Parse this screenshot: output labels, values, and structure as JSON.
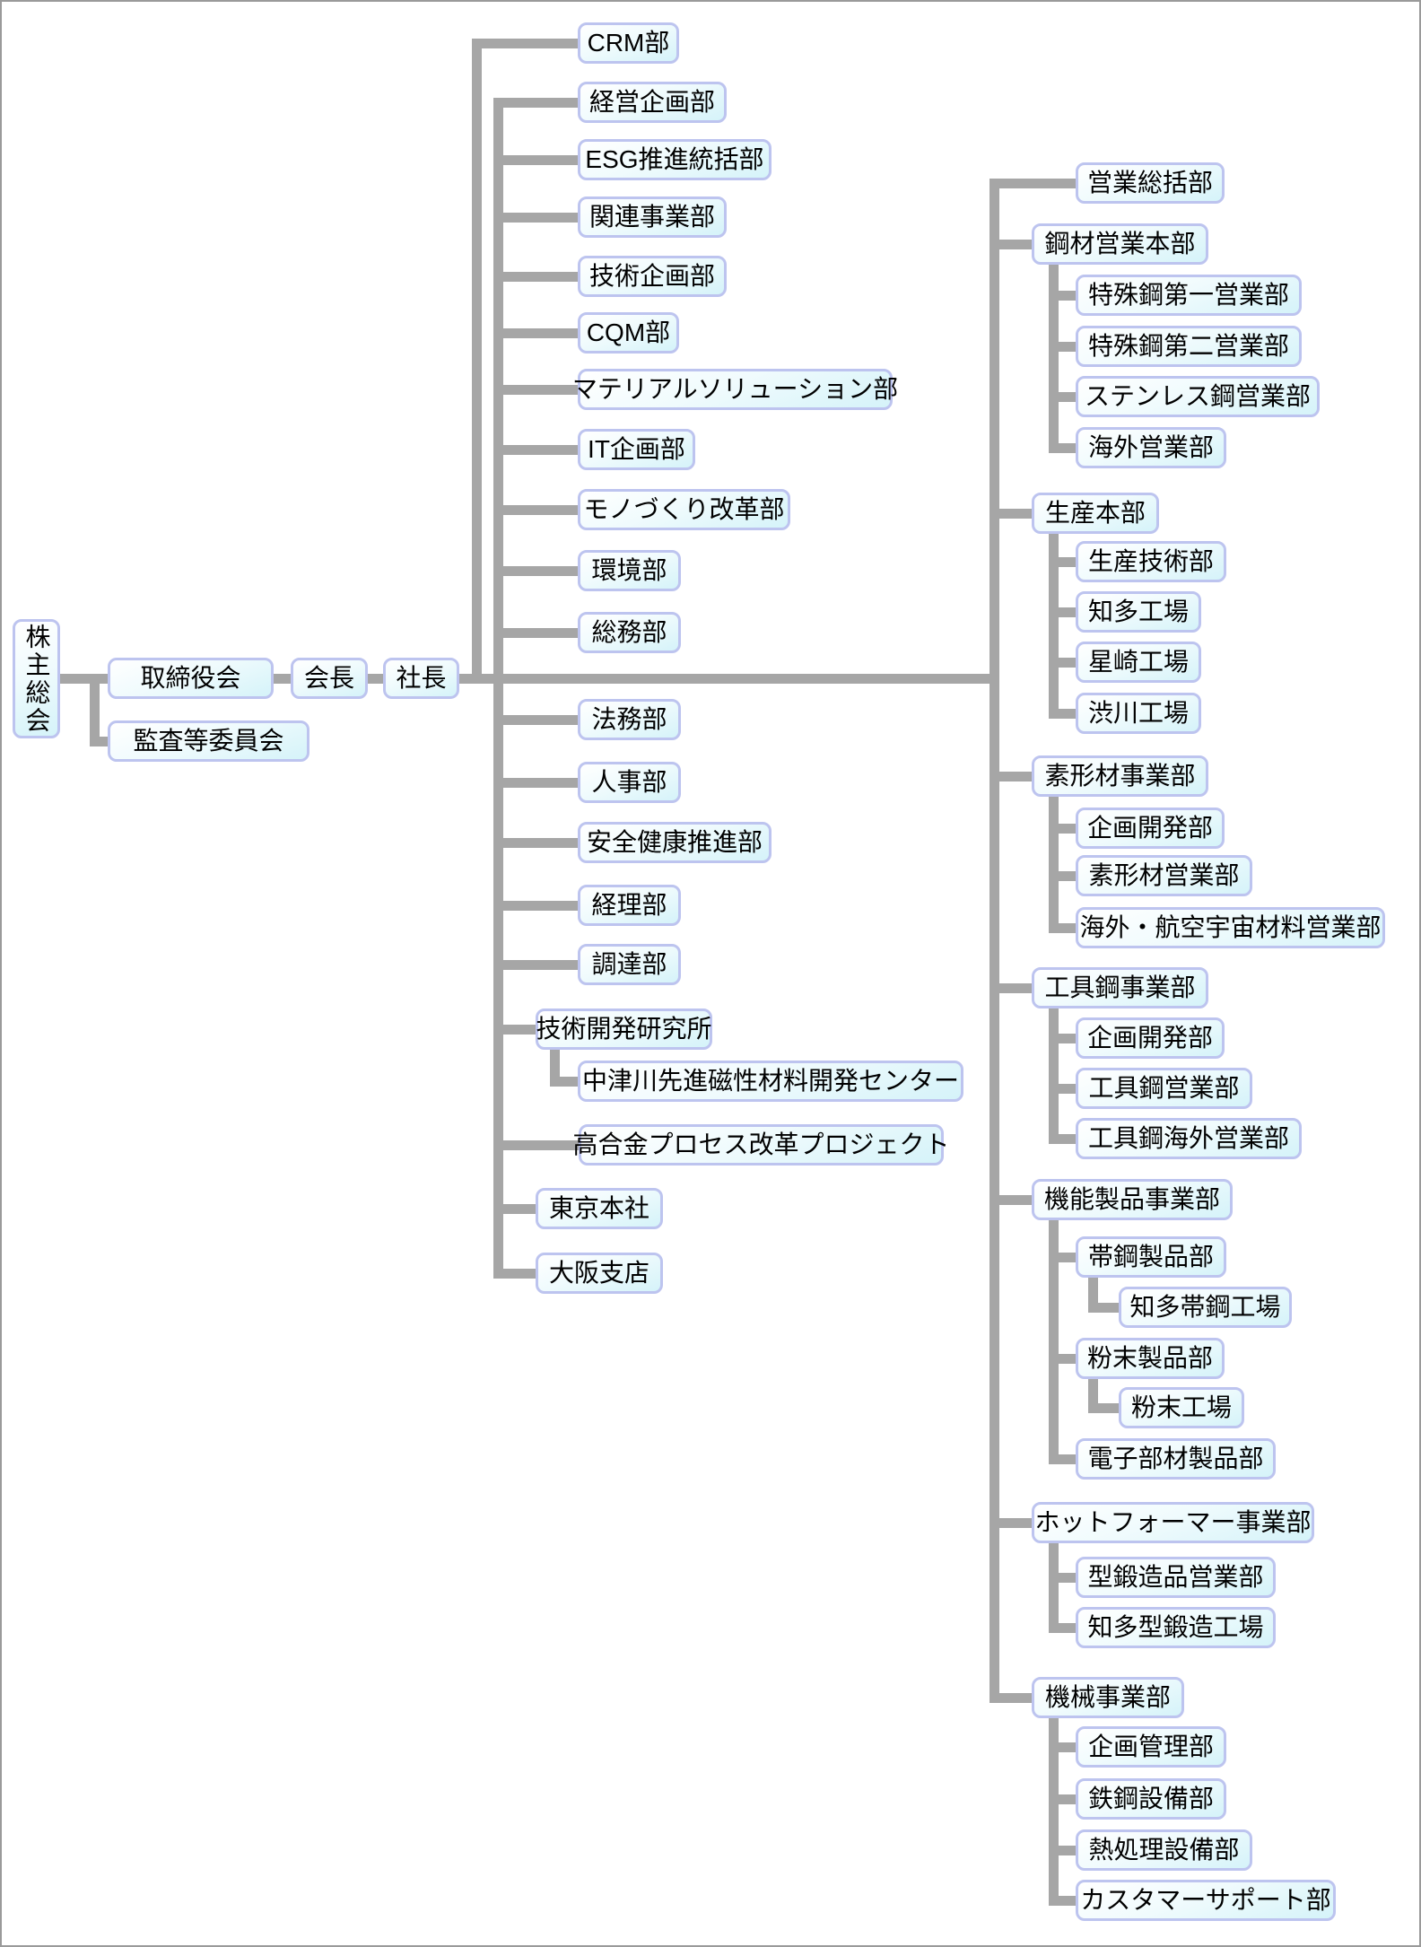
{
  "org": {
    "governance": {
      "shareholders_meeting": "株主総会",
      "board_of_directors": "取締役会",
      "audit_committee": "監査等委員会",
      "chairman": "会長",
      "president": "社長"
    },
    "president_departments": [
      {
        "label": "CRM部"
      },
      {
        "label": "経営企画部"
      },
      {
        "label": "ESG推進統括部"
      },
      {
        "label": "関連事業部"
      },
      {
        "label": "技術企画部"
      },
      {
        "label": "CQM部"
      },
      {
        "label": "マテリアルソリューション部"
      },
      {
        "label": "IT企画部"
      },
      {
        "label": "モノづくり改革部"
      },
      {
        "label": "環境部"
      },
      {
        "label": "総務部"
      },
      {
        "label": "法務部"
      },
      {
        "label": "人事部"
      },
      {
        "label": "安全健康推進部"
      },
      {
        "label": "経理部"
      },
      {
        "label": "調達部"
      },
      {
        "label": "技術開発研究所",
        "children": [
          {
            "label": "中津川先進磁性材料開発センター"
          }
        ]
      },
      {
        "label": "高合金プロセス改革プロジェクト"
      },
      {
        "label": "東京本社"
      },
      {
        "label": "大阪支店"
      }
    ],
    "business_units": [
      {
        "label": "営業総括部"
      },
      {
        "label": "鋼材営業本部",
        "children": [
          {
            "label": "特殊鋼第一営業部"
          },
          {
            "label": "特殊鋼第二営業部"
          },
          {
            "label": "ステンレス鋼営業部"
          },
          {
            "label": "海外営業部"
          }
        ]
      },
      {
        "label": "生産本部",
        "children": [
          {
            "label": "生産技術部"
          },
          {
            "label": "知多工場"
          },
          {
            "label": "星崎工場"
          },
          {
            "label": "渋川工場"
          }
        ]
      },
      {
        "label": "素形材事業部",
        "children": [
          {
            "label": "企画開発部"
          },
          {
            "label": "素形材営業部"
          },
          {
            "label": "海外・航空宇宙材料営業部"
          }
        ]
      },
      {
        "label": "工具鋼事業部",
        "children": [
          {
            "label": "企画開発部"
          },
          {
            "label": "工具鋼営業部"
          },
          {
            "label": "工具鋼海外営業部"
          }
        ]
      },
      {
        "label": "機能製品事業部",
        "children": [
          {
            "label": "帯鋼製品部",
            "children": [
              {
                "label": "知多帯鋼工場"
              }
            ]
          },
          {
            "label": "粉末製品部",
            "children": [
              {
                "label": "粉末工場"
              }
            ]
          },
          {
            "label": "電子部材製品部"
          }
        ]
      },
      {
        "label": "ホットフォーマー事業部",
        "children": [
          {
            "label": "型鍛造品営業部"
          },
          {
            "label": "知多型鍛造工場"
          }
        ]
      },
      {
        "label": "機械事業部",
        "children": [
          {
            "label": "企画管理部"
          },
          {
            "label": "鉄鋼設備部"
          },
          {
            "label": "熱処理設備部"
          },
          {
            "label": "カスタマーサポート部"
          }
        ]
      }
    ],
    "colors": {
      "line": "#a6a6a6",
      "box_border": "#bdc4ef",
      "box_fill_top": "#ffffff",
      "box_fill_bottom": "#d5f3f9",
      "text": "#000000"
    }
  }
}
